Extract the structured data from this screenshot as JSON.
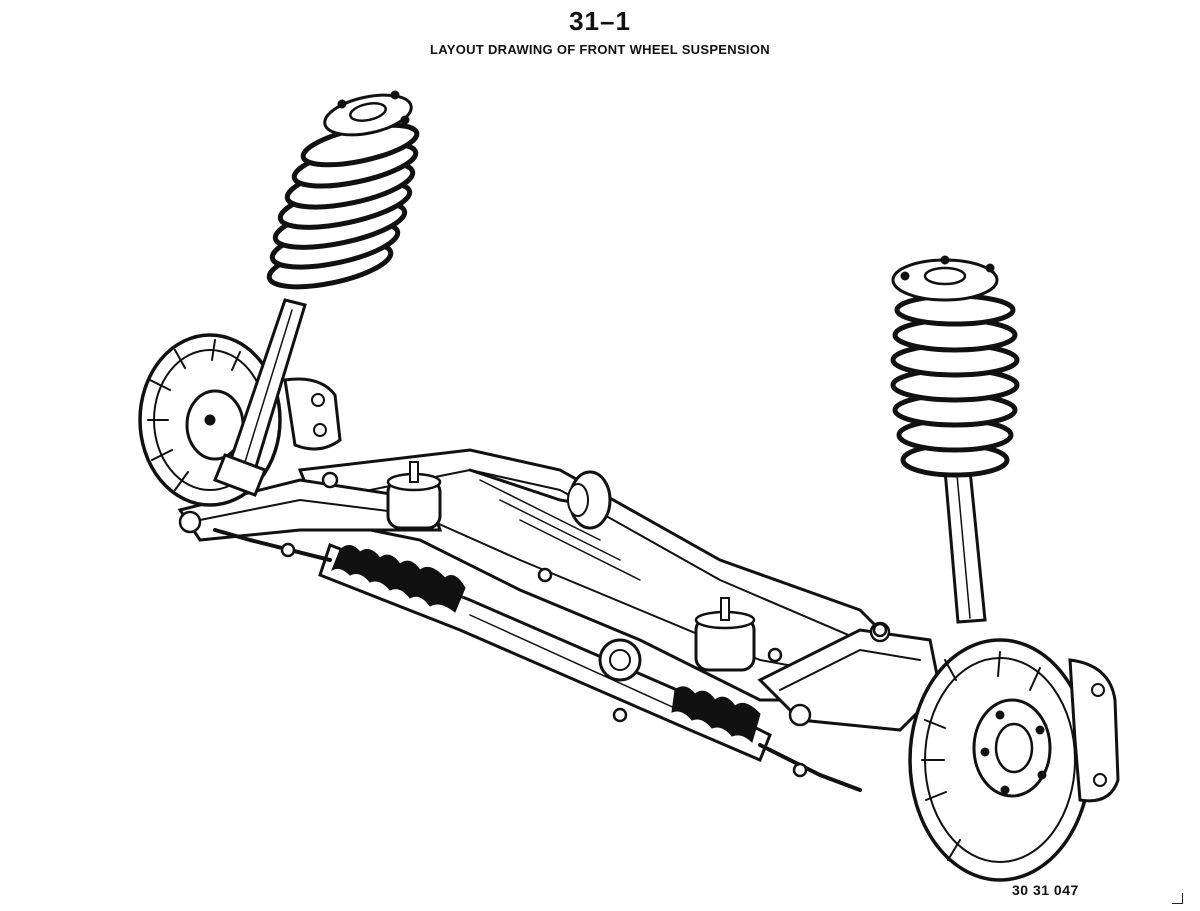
{
  "header": {
    "page_number": "31–1",
    "title": "LAYOUT DRAWING OF FRONT WHEEL SUSPENSION"
  },
  "footer": {
    "figure_code": "30 31 047"
  }
}
